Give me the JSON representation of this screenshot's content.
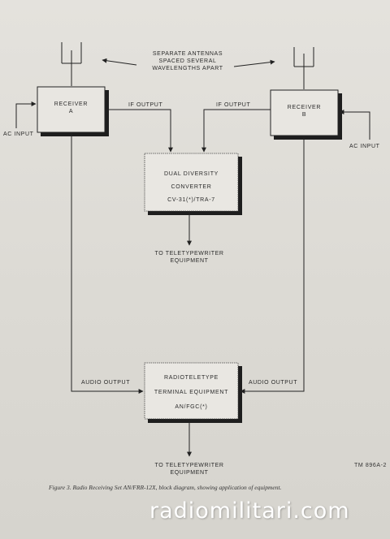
{
  "antennas_note": [
    "SEPARATE ANTENNAS",
    "SPACED SEVERAL",
    "WAVELENGTHS APART"
  ],
  "receiver_a": [
    "RECEIVER",
    "A"
  ],
  "receiver_b": [
    "RECEIVER",
    "B"
  ],
  "if_output_left": "IF OUTPUT",
  "if_output_right": "IF OUTPUT",
  "ac_input_left": "AC INPUT",
  "ac_input_right": "AC INPUT",
  "converter": [
    "DUAL DIVERSITY",
    "CONVERTER",
    "CV-31(*)/TRA-7"
  ],
  "to_teletype_1": [
    "TO TELETYPEWRITER",
    "EQUIPMENT"
  ],
  "audio_output_left": "AUDIO OUTPUT",
  "audio_output_right": "AUDIO OUTPUT",
  "terminal": [
    "RADIOTELETYPE",
    "TERMINAL EQUIPMENT",
    "AN/FGC(*)"
  ],
  "to_teletype_2": [
    "TO TELETYPEWRITER",
    "EQUIPMENT"
  ],
  "tm_number": "TM 896A-2",
  "caption": "Figure 3.  Radio Receiving Set AN/FRR-12X, block diagram, showing application of equipment.",
  "watermark": "radiomilitari.com"
}
